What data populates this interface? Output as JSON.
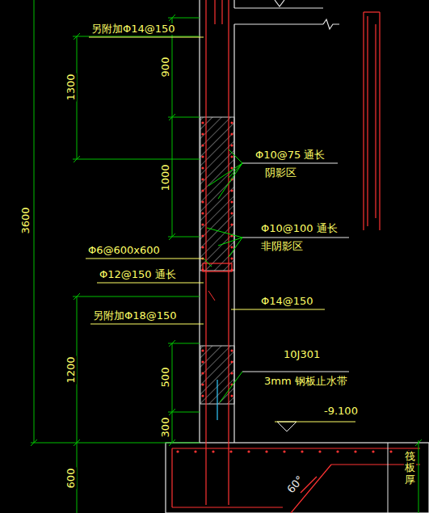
{
  "diagram": {
    "labels": [
      "另附加Φ14@150",
      "900",
      "1300",
      "1000",
      "Φ10@75 通长",
      "阴影区",
      "3600",
      "Φ10@100 通长",
      "非阴影区",
      "Φ6@600x600",
      "Φ12@150 通长",
      "Φ14@150",
      "另附加Φ18@150",
      "1200",
      "500",
      "10J301",
      "3mm 钢板止水带",
      "-9.100",
      "300",
      "600",
      "筏板厚",
      "60°"
    ]
  }
}
